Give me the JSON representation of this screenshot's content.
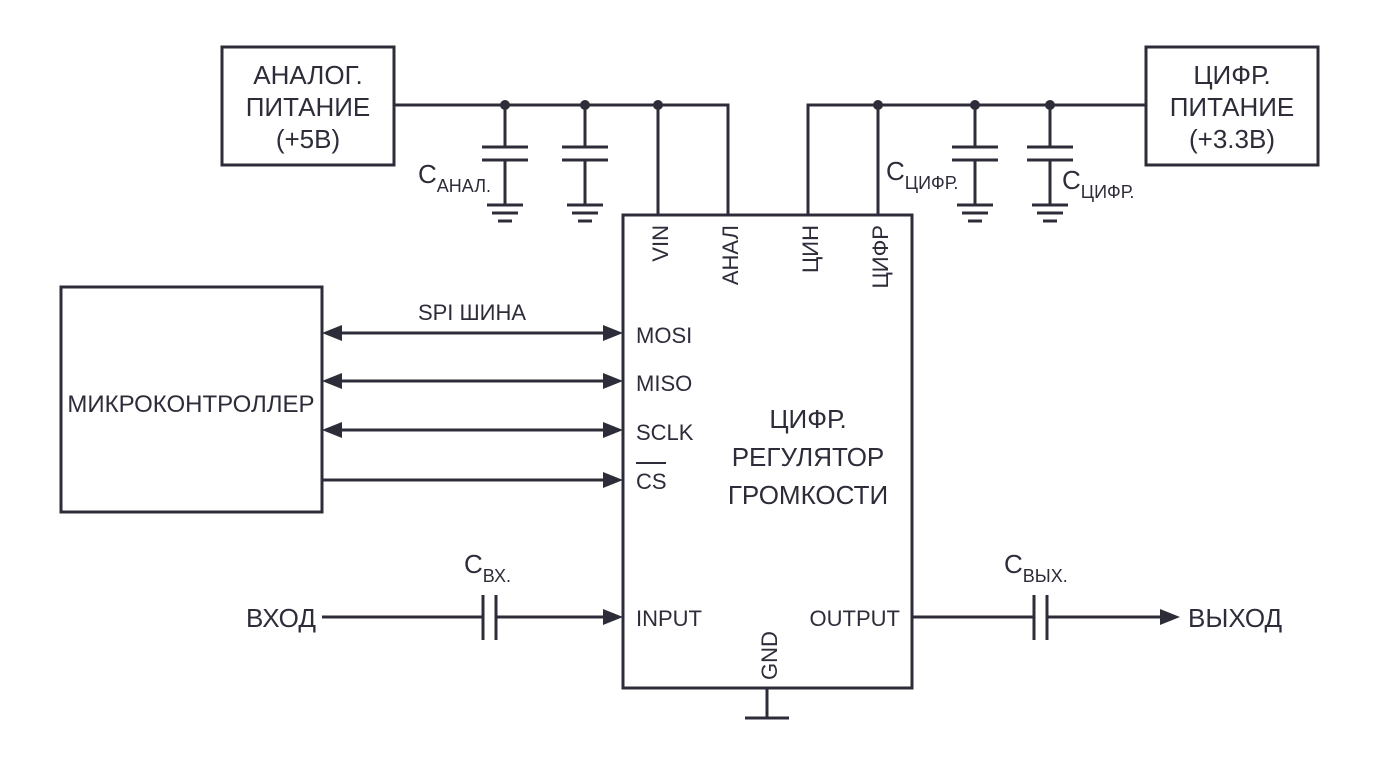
{
  "colors": {
    "ink": "#2d2d3a",
    "background": "#ffffff"
  },
  "analog_supply": {
    "line1": "АНАЛОГ.",
    "line2": "ПИТАНИЕ",
    "line3": "(+5В)"
  },
  "digital_supply": {
    "line1": "ЦИФР.",
    "line2": "ПИТАНИЕ",
    "line3": "(+3.3В)"
  },
  "microcontroller": {
    "label": "МИКРОКОНТРОЛЛЕР"
  },
  "chip": {
    "title1": "ЦИФР.",
    "title2": "РЕГУЛЯТОР",
    "title3": "ГРОМКОСТИ",
    "pins": {
      "vin": "VIN",
      "anal": "АНАЛ",
      "cin": "ЦИН",
      "cifr": "ЦИФР",
      "mosi": "MOSI",
      "miso": "MISO",
      "sclk": "SCLK",
      "cs": "CS",
      "input": "INPUT",
      "output": "OUTPUT",
      "gnd": "GND"
    }
  },
  "bus": {
    "label": "SPI ШИНА"
  },
  "capacitors": {
    "c_anal": {
      "main": "C",
      "sub": "АНАЛ."
    },
    "c_cifr1": {
      "main": "C",
      "sub": "ЦИФР."
    },
    "c_cifr2": {
      "main": "C",
      "sub": "ЦИФР."
    },
    "c_in": {
      "main": "C",
      "sub": "ВХ."
    },
    "c_out": {
      "main": "C",
      "sub": "ВЫХ."
    }
  },
  "signals": {
    "input": "ВХОД",
    "output": "ВЫХОД"
  }
}
